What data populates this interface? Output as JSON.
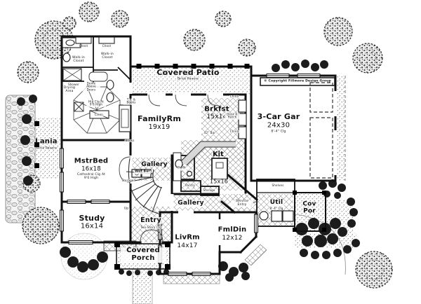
{
  "plan": {
    "copyright": "© Copyright Fillmore Design Group",
    "rooms": {
      "covered_patio": {
        "name": "Covered Patio",
        "note": "Brick Pavers"
      },
      "family_rm": {
        "name": "FamilyRm",
        "dims": "19x19"
      },
      "brkfst": {
        "name": "Brkfst",
        "dims": "15x14"
      },
      "garage": {
        "name": "3-Car Gar",
        "dims": "24x30",
        "note": "8'-4\" Clg"
      },
      "lania": {
        "name": "Lania",
        "note": "Brick Pavers"
      },
      "mstr_bed": {
        "name": "MstrBed",
        "dims": "16x18",
        "note": "Cathedral Clg At 9'0 High"
      },
      "gallery_upper": {
        "name": "Gallery"
      },
      "gallery_lower": {
        "name": "Gallery"
      },
      "wet_bar": {
        "name": "Wet Bar"
      },
      "kit": {
        "name": "Kit",
        "dims": "15x16"
      },
      "study": {
        "name": "Study",
        "dims": "16x14"
      },
      "entry": {
        "name": "Entry",
        "note": "Two-Story Clg"
      },
      "covered_porch": {
        "name": "Covered Porch"
      },
      "liv_rm": {
        "name": "LivRm",
        "dims": "14x17"
      },
      "fml_din": {
        "name": "FmlDin",
        "dims": "12x12"
      },
      "service_entry": {
        "name": "Service Entry"
      },
      "util": {
        "name": "Util",
        "note": "8'-4\" Clg"
      },
      "cov_por": {
        "name": "Cov Por"
      },
      "pwdr": {
        "name": "Pwdr"
      },
      "pantry": {
        "name": "Pantry"
      }
    },
    "annotations": {
      "up": "Up",
      "chest_left": "Chest",
      "chest_right": "Chest",
      "walkin_left": "Walk-in Closet",
      "walkin_right": "Walk-in Closet",
      "shower": "Shower",
      "drying_area": "Drying Area",
      "linen": "Linen",
      "dome_note": "Dome Above Doors",
      "hip_clg": "Hip Clg At 9'0 High",
      "tv_books": "T.V. & Books",
      "books": "Books",
      "china_top": "China",
      "china_bottom": "China",
      "desk_hutch": "Desk & Hutch",
      "bar_42": "42\" Bar",
      "storage_stair": "Storage",
      "storage_kit": "Storage",
      "shelves": "Shelves"
    }
  }
}
